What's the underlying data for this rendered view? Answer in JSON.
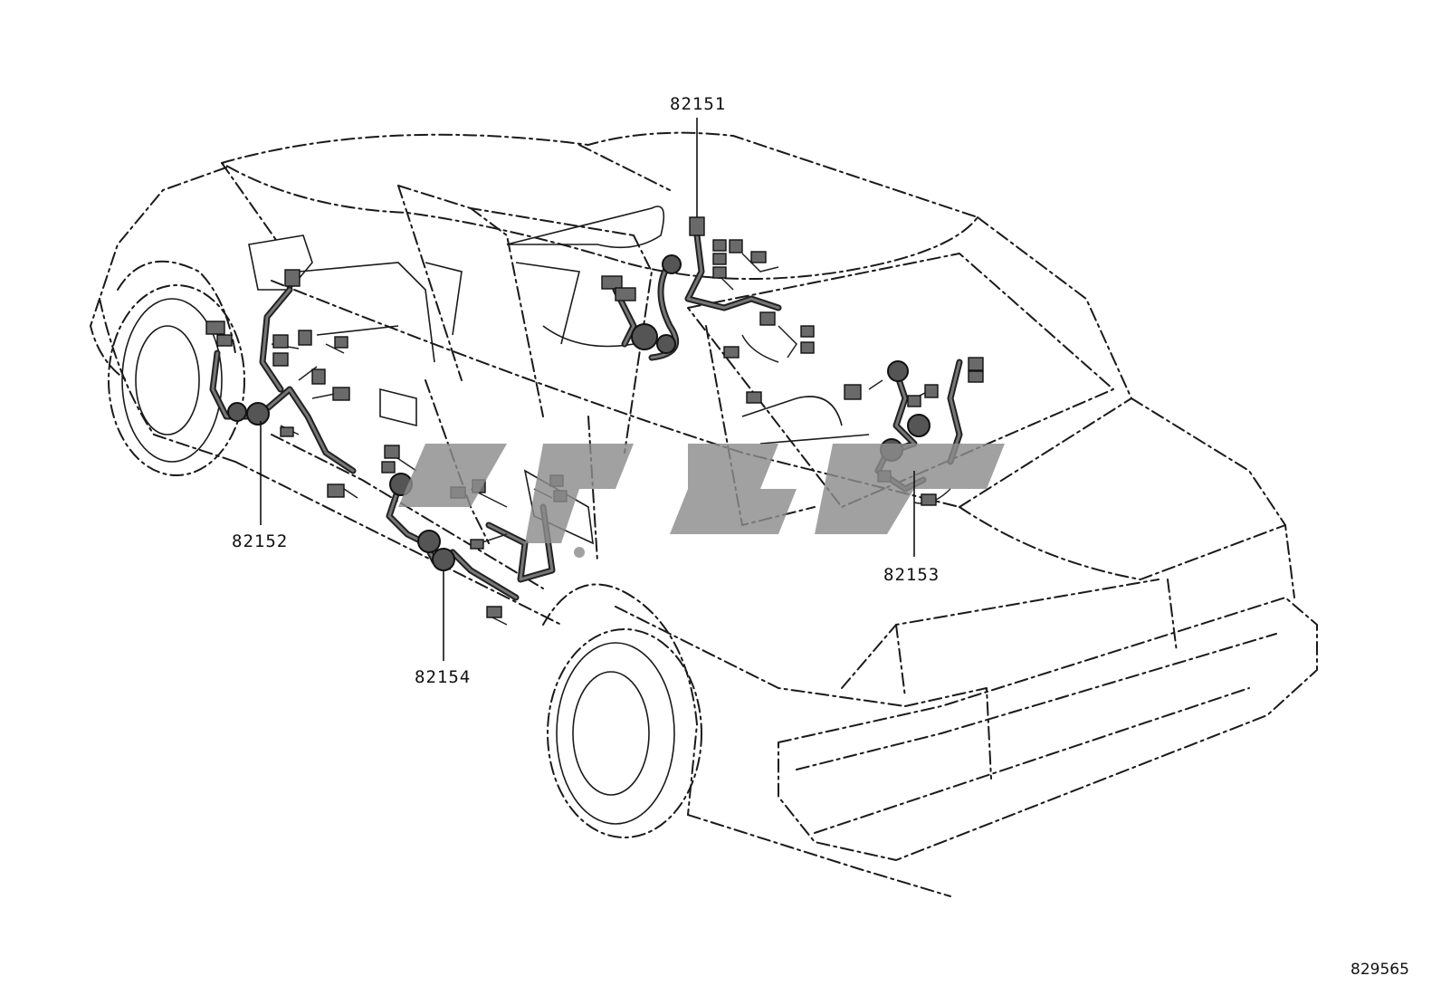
{
  "parts": [
    {
      "number": "82151"
    },
    {
      "number": "82152"
    },
    {
      "number": "82153"
    },
    {
      "number": "82154"
    }
  ],
  "figure_ref": "829565"
}
